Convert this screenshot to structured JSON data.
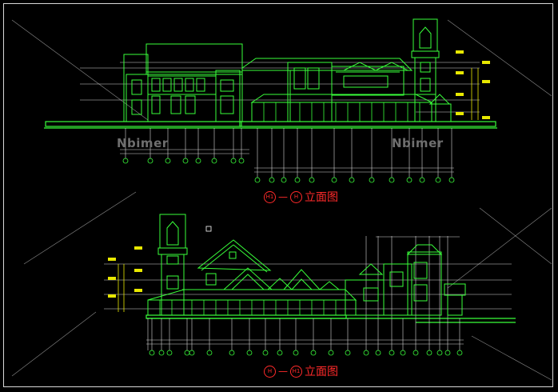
{
  "watermark": {
    "text": "Nbimer"
  },
  "elevations": [
    {
      "from_axis": "H1",
      "to_axis": "H",
      "title": "立面图",
      "separator": "—"
    },
    {
      "from_axis": "H",
      "to_axis": "H1",
      "title": "立面图",
      "separator": "—"
    }
  ],
  "colors": {
    "background": "#000000",
    "outline": "#39ff3a",
    "dimension": "#d8d8d8",
    "annotation_tag": "#e8e800",
    "caption": "#ff2a2a",
    "watermark": "#6f6f6f"
  }
}
